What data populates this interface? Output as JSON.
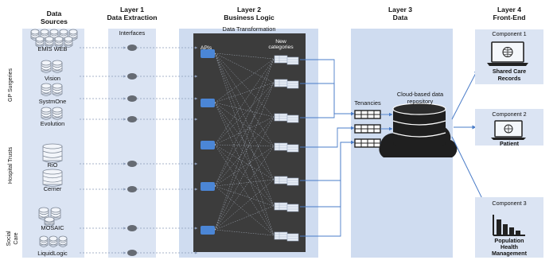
{
  "headers": {
    "sources": [
      "Data",
      "Sources"
    ],
    "layer1": [
      "Layer 1",
      "Data Extraction"
    ],
    "layer2": [
      "Layer 2",
      "Business Logic"
    ],
    "layer3": [
      "Layer 3",
      "Data"
    ],
    "layer4": [
      "Layer 4",
      "Front-End"
    ]
  },
  "groups": {
    "gp": "GP Surgeries",
    "hospital": "Hospital Trusts",
    "social": [
      "Social",
      "Care"
    ]
  },
  "sources": [
    "EMIS WEB",
    "Vision",
    "SystmOne",
    "Evolution",
    "RiO",
    "Cerner",
    "MOSAIC",
    "LiquidLogic"
  ],
  "interfaces_title": "Interfaces",
  "transformation_title": "Data Transformation",
  "apis_label": "APIs",
  "categories_label": [
    "New",
    "categories"
  ],
  "tenancies_label": "Tenancies",
  "repository_label": [
    "Cloud-based data",
    "repository"
  ],
  "components": [
    {
      "title": "Component 1",
      "name": [
        "Shared Care",
        "Records"
      ]
    },
    {
      "title": "Component 2",
      "name": [
        "Patient"
      ]
    },
    {
      "title": "Component 3",
      "name": [
        "Population",
        "Health",
        "Management"
      ]
    }
  ],
  "colors": {
    "panel": "#cfdcf0",
    "column": "#dbe4f3",
    "dark": "#3c3c3c",
    "api": "#4b86d6",
    "arrow": "#4a7cc8",
    "dash": "#8a9bb8",
    "node": "#666b73"
  }
}
